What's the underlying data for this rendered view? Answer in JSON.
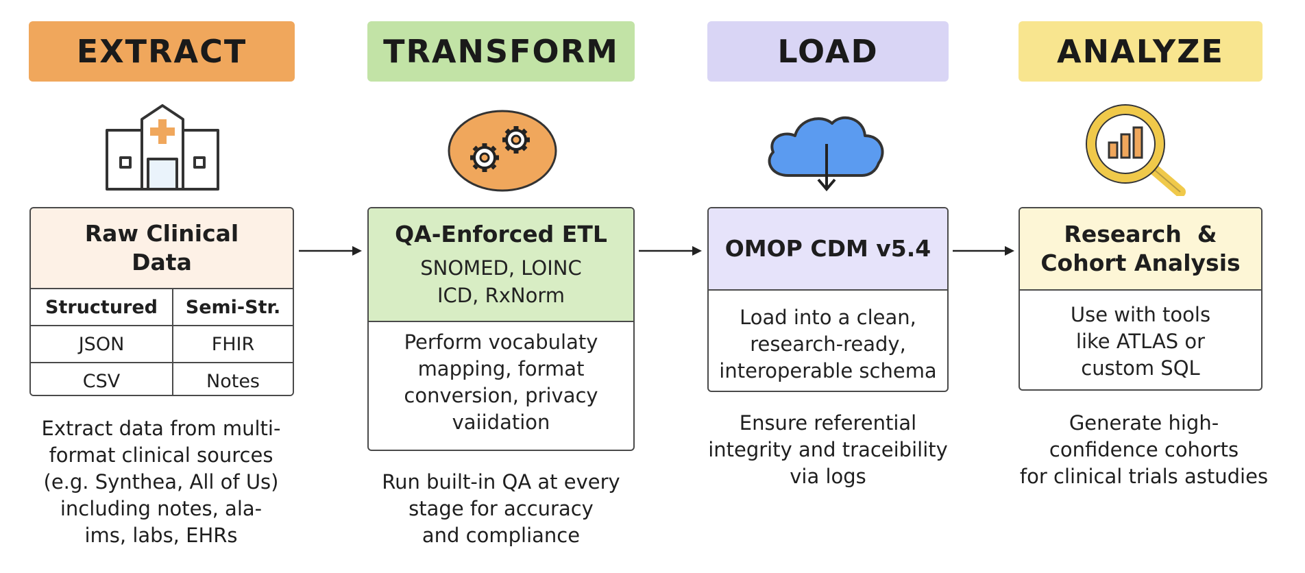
{
  "stages": [
    {
      "header": "EXTRACT",
      "color": "#f0a75c"
    },
    {
      "header": "TRANSFORM",
      "color": "#c2e3a6"
    },
    {
      "header": "LOAD",
      "color": "#d9d5f5"
    },
    {
      "header": "ANALYZE",
      "color": "#f8e58f"
    }
  ],
  "extract": {
    "icon": "hospital-icon",
    "title_line1": "Raw Clinical",
    "title_line2": "Data",
    "table_headers": [
      "Structured",
      "Semi-Str."
    ],
    "table_rows": [
      [
        "JSON",
        "FHIR"
      ],
      [
        "CSV",
        "Notes"
      ]
    ],
    "desc": [
      "Extract data from multi-",
      "format clinical sources",
      "(e.g. Synthea, All of Us)",
      "including notes, ala-",
      "ims, labs, EHRs"
    ]
  },
  "transform": {
    "icon": "gears-icon",
    "title": "QA-Enforced ETL",
    "sub_line1": "SNOMED, LOINC",
    "sub_line2": "ICD, RxNorm",
    "body": [
      "Perform vocabulaty",
      "mapping, format",
      "conversion, privacy",
      "vaiidation"
    ],
    "desc": [
      "Run built-in QA at every",
      "stage for accuracy",
      "and compliance"
    ]
  },
  "load": {
    "icon": "cloud-download-icon",
    "title": "OMOP CDM v5.4",
    "body": [
      "Load into a clean,",
      "research-ready,",
      "interoperable schema"
    ],
    "desc": [
      "Ensure referential",
      "integrity and traceibility",
      "via logs"
    ]
  },
  "analyze": {
    "icon": "magnifier-chart-icon",
    "title_line1": "Research  &",
    "title_line2": "Cohort Analysis",
    "body": [
      "Use with tools",
      "like ATLAS or",
      "custom SQL"
    ],
    "desc": [
      "Generate high-",
      "confidence cohorts",
      "for clinical trials astudies"
    ]
  }
}
